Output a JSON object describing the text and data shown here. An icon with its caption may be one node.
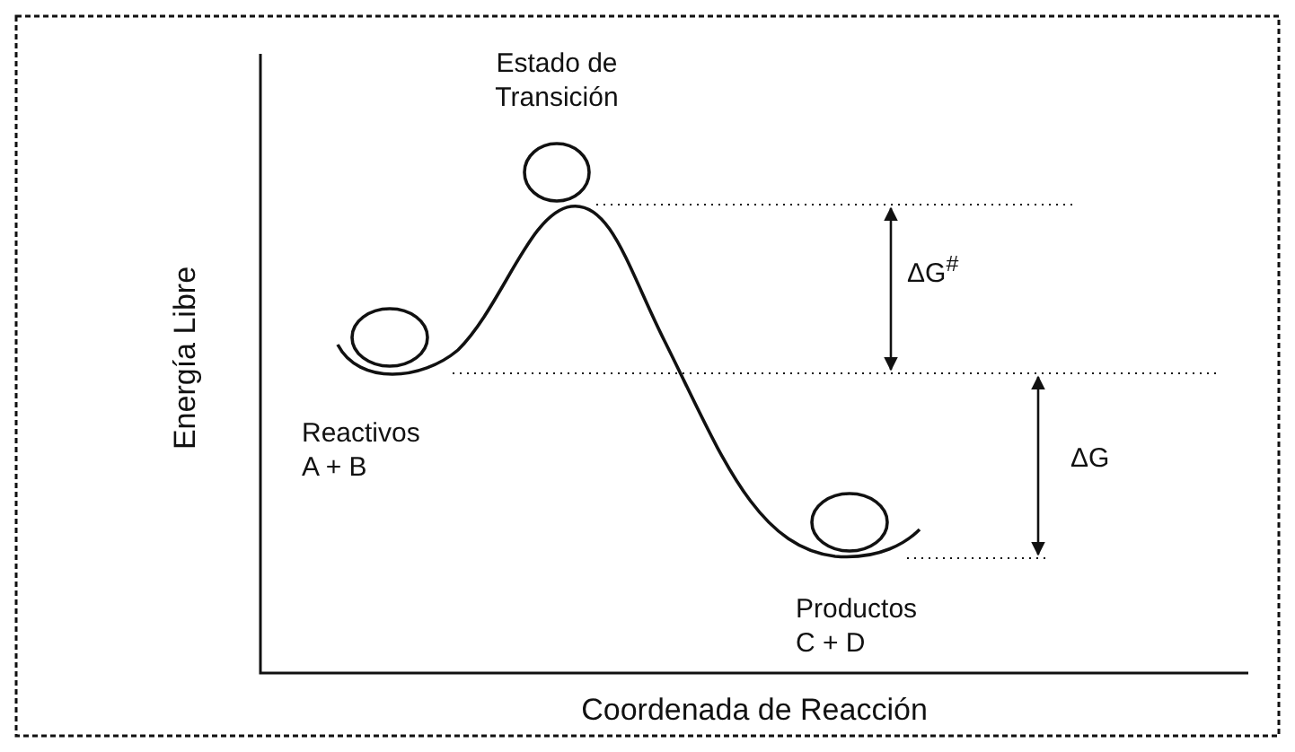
{
  "diagram": {
    "labels": [
      "Estado de Transición",
      "ΔG$^{#}$",
      "Reactivos A + B",
      "ΔG",
      "Productos C + D",
      "Energía Libre",
      "Coordenada de Reacción"
    ]
  }
}
